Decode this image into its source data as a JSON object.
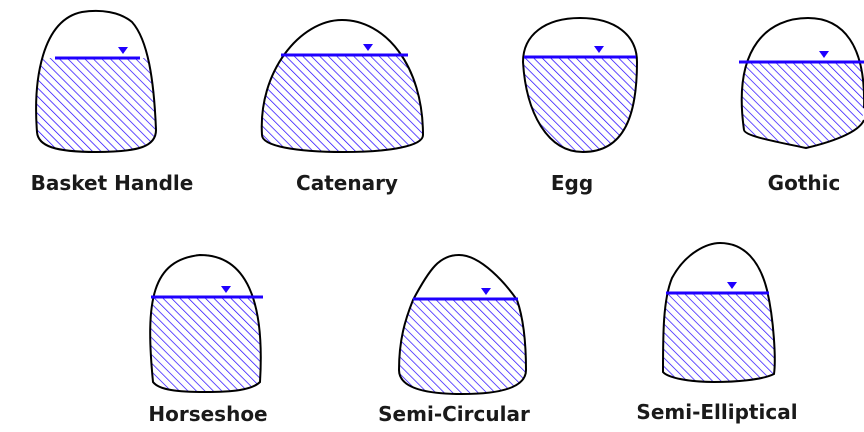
{
  "shapes": [
    {
      "id": "basket-handle",
      "label": "Basket Handle"
    },
    {
      "id": "catenary",
      "label": "Catenary"
    },
    {
      "id": "egg",
      "label": "Egg"
    },
    {
      "id": "gothic",
      "label": "Gothic"
    },
    {
      "id": "horseshoe",
      "label": "Horseshoe"
    },
    {
      "id": "semi-circular",
      "label": "Semi-Circular"
    },
    {
      "id": "semi-elliptical",
      "label": "Semi-Elliptical"
    }
  ],
  "colors": {
    "water_line": "#1f00ff",
    "hatch": "#1f00ff",
    "outline": "#000000",
    "label": "#1a1a1a"
  }
}
